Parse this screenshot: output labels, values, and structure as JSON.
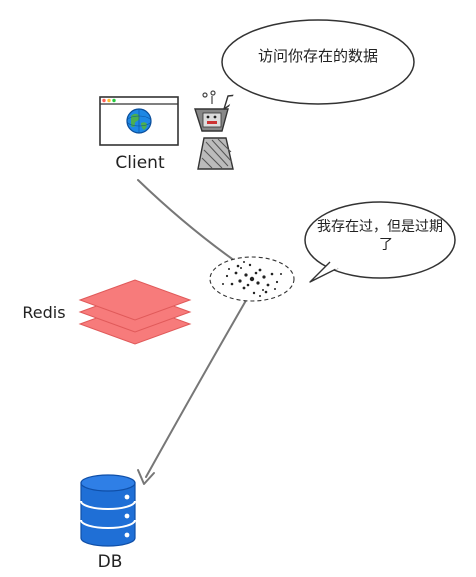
{
  "nodes": {
    "client": {
      "label": "Client"
    },
    "redis": {
      "label": "Redis"
    },
    "db": {
      "label": "DB"
    }
  },
  "bubbles": {
    "question": {
      "text": "访问你存在的数据"
    },
    "answer": {
      "line1": "我存在过，但是过期",
      "line2": "了"
    }
  },
  "icons": {
    "browser": "browser-globe-icon",
    "robot": "robot-character-icon",
    "vortex": "vortex-icon",
    "redis_stack": "redis-layers-icon",
    "database": "database-cylinder-icon"
  },
  "colors": {
    "redis_fill": "#f77b7b",
    "redis_stroke": "#e05a5a",
    "db_fill": "#1f6fd6",
    "db_dark": "#0f4fa8",
    "line": "#777777"
  }
}
